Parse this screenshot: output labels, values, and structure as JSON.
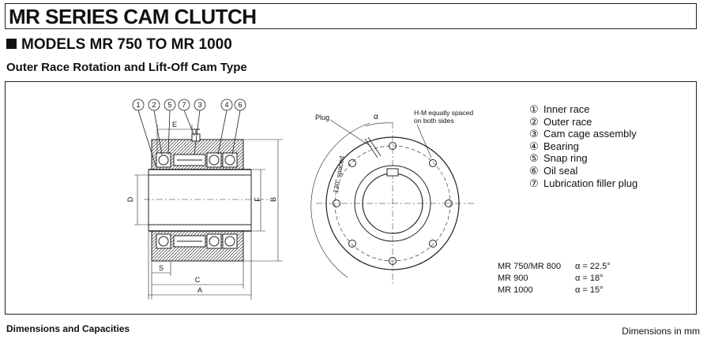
{
  "header": {
    "title": "MR SERIES CAM CLUTCH",
    "models": "MODELS MR 750 TO MR 1000",
    "subtitle": "Outer Race Rotation and Lift-Off Cam Type"
  },
  "drawing": {
    "callouts": [
      "1",
      "2",
      "5",
      "7",
      "3",
      "4",
      "6"
    ],
    "dims": {
      "E": "E",
      "D": "D",
      "F": "F",
      "B": "B",
      "S": "S",
      "C": "C",
      "A": "A"
    },
    "plug_label": "Plug",
    "alpha_label": "α",
    "hm_label_line1": "H-M equally spaced",
    "hm_label_line2": "on both sides",
    "spaced_label": "120° spaced"
  },
  "legend": [
    {
      "num": "①",
      "label": "Inner race"
    },
    {
      "num": "②",
      "label": "Outer race"
    },
    {
      "num": "③",
      "label": "Cam cage assembly"
    },
    {
      "num": "④",
      "label": "Bearing"
    },
    {
      "num": "⑤",
      "label": "Snap ring"
    },
    {
      "num": "⑥",
      "label": "Oil seal"
    },
    {
      "num": "⑦",
      "label": "Lubrication filler plug"
    }
  ],
  "alpha_table": [
    {
      "model": "MR 750/MR 800",
      "value": "α = 22.5°"
    },
    {
      "model": "MR 900",
      "value": "α = 18°"
    },
    {
      "model": "MR 1000",
      "value": "α = 15°"
    }
  ],
  "footer": {
    "left": "Dimensions and Capacities",
    "right": "Dimensions in mm"
  }
}
